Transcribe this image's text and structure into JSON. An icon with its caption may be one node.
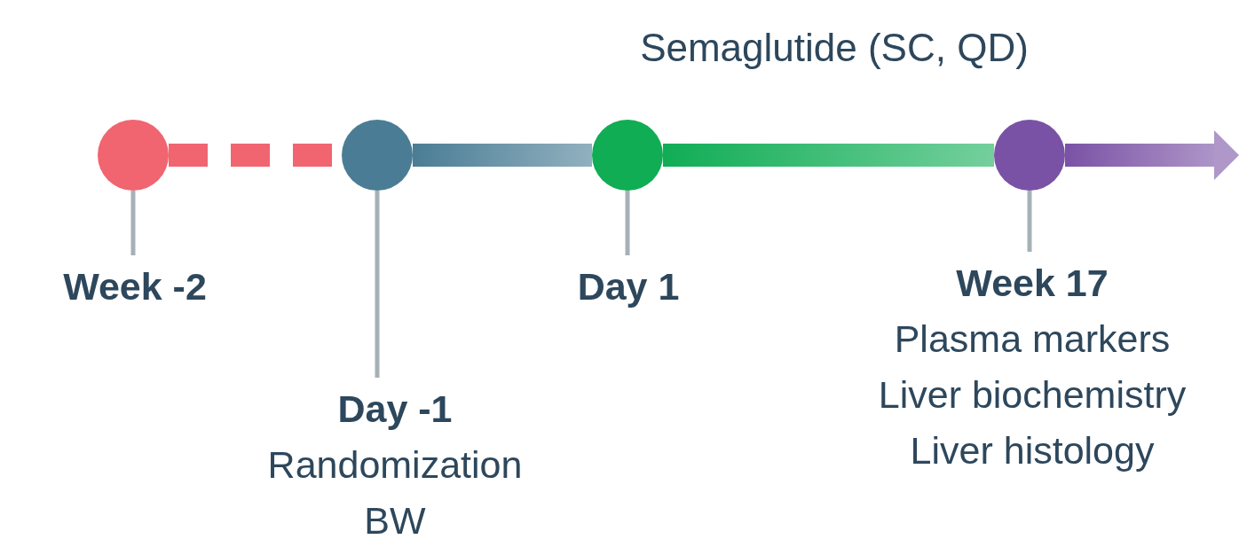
{
  "diagram": {
    "nodes": [
      {
        "text": [],
        "shape": "circle"
      },
      {
        "text": [],
        "shape": "circle"
      },
      {
        "text": [],
        "shape": "circle"
      },
      {
        "text": [],
        "shape": "circle"
      },
      {
        "text": [
          "Week -2"
        ]
      },
      {
        "text": [
          "Day -1",
          "Randomization",
          "BW"
        ]
      },
      {
        "text": [
          "Day 1"
        ]
      },
      {
        "text": [
          "Week 17",
          "Plasma markers",
          "Liver biochemistry",
          "Liver histology"
        ]
      }
    ],
    "edges": [
      {
        "from": 0,
        "to": 1,
        "arrow": "none",
        "style": "dashed",
        "color": "#f0656f"
      },
      {
        "from": 1,
        "to": 2,
        "arrow": "none",
        "style": "thick",
        "color": "#4a7d95"
      },
      {
        "from": 2,
        "to": 3,
        "arrow": "none",
        "style": "thick",
        "color": "#10ad55"
      },
      {
        "from": 3,
        "to": null,
        "arrow": "to",
        "style": "thick",
        "color": "#7a52a5"
      },
      {
        "from": 0,
        "to": 4,
        "arrow": "none"
      },
      {
        "from": 1,
        "to": 5,
        "arrow": "none"
      },
      {
        "from": 2,
        "to": 6,
        "arrow": "none"
      },
      {
        "from": 3,
        "to": 7,
        "arrow": "none"
      }
    ],
    "labels": [
      "Semaglutide (SC, QD)"
    ]
  }
}
